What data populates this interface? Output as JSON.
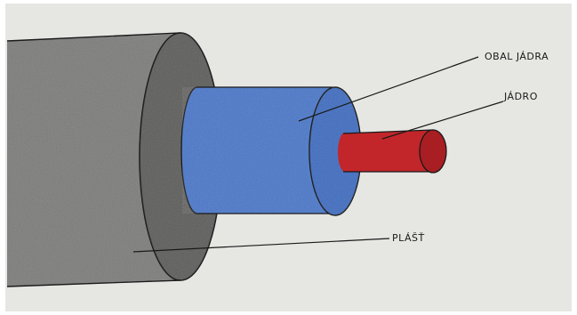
{
  "labels": {
    "cladding": "OBAL JÁDRA",
    "core": "JÁDRO",
    "jacket": "PLÁŠŤ"
  },
  "colors": {
    "paper": "#e6e6e3",
    "jacket": "#7c7c7a",
    "jacket_face": "#5c5c5a",
    "cladding": "#4a77c9",
    "cladding_face": "#3f6cc0",
    "core": "#c2262a",
    "core_face": "#a81e22",
    "ink": "#1a1a1a"
  }
}
